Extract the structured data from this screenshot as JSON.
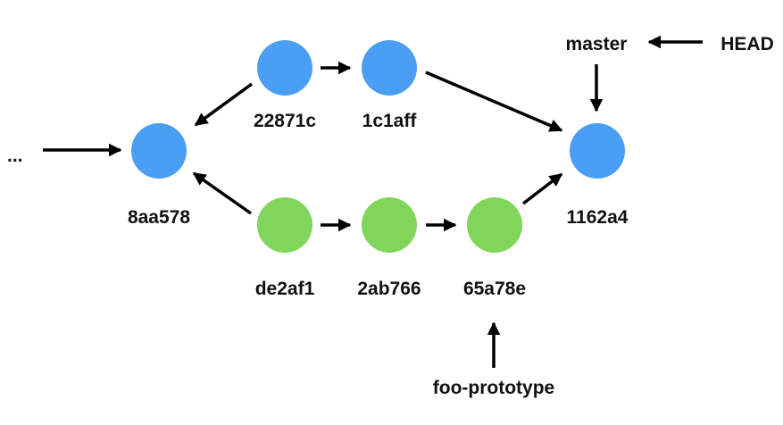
{
  "colors": {
    "main_commit": "#4a9ff5",
    "branch_commit": "#7fd65a",
    "arrow": "#000000",
    "text": "#111111"
  },
  "labels": {
    "ellipsis": "...",
    "c_8aa578": "8aa578",
    "c_22871c": "22871c",
    "c_1c1aff": "1c1aff",
    "c_1162a4": "1162a4",
    "c_de2af1": "de2af1",
    "c_2ab766": "2ab766",
    "c_65a78e": "65a78e",
    "master": "master",
    "head": "HEAD",
    "foo_prototype": "foo-prototype"
  }
}
